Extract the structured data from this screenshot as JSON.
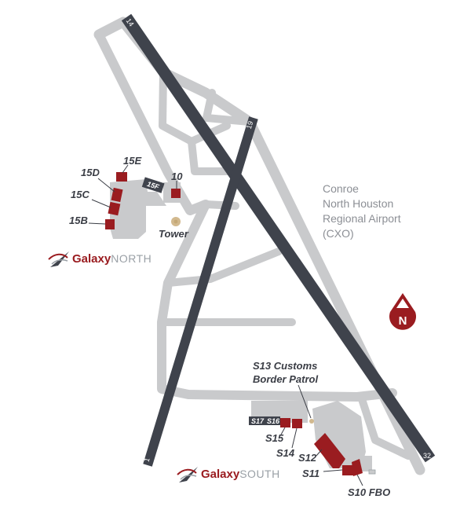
{
  "airport": {
    "lines": [
      "Conroe",
      "North Houston",
      "Regional Airport",
      "(CXO)"
    ]
  },
  "compass": {
    "label": "N"
  },
  "runways": {
    "main": {
      "end_a": "14",
      "end_b": "32"
    },
    "cross": {
      "end_a": "19",
      "end_b": "1"
    }
  },
  "brands": {
    "north": {
      "bold": "Galaxy",
      "light": "NORTH"
    },
    "south": {
      "bold": "Galaxy",
      "light": "SOUTH"
    }
  },
  "labels": {
    "l15e": "15E",
    "l15f": "15F",
    "l10": "10",
    "l15d": "15D",
    "l15c": "15C",
    "l15b": "15B",
    "tower": "Tower",
    "s13_line1": "S13 Customs",
    "s13_line2": "Border Patrol",
    "s17": "S17",
    "s16": "S16",
    "s15": "S15",
    "s14": "S14",
    "s12": "S12",
    "s11": "S11",
    "s10": "S10 FBO"
  },
  "colors": {
    "runway": "#3f434c",
    "taxiway": "#c9cacc",
    "hangar": "#9a1c20",
    "tower": "#d2b98e",
    "marker_dark": "#3f434c"
  }
}
